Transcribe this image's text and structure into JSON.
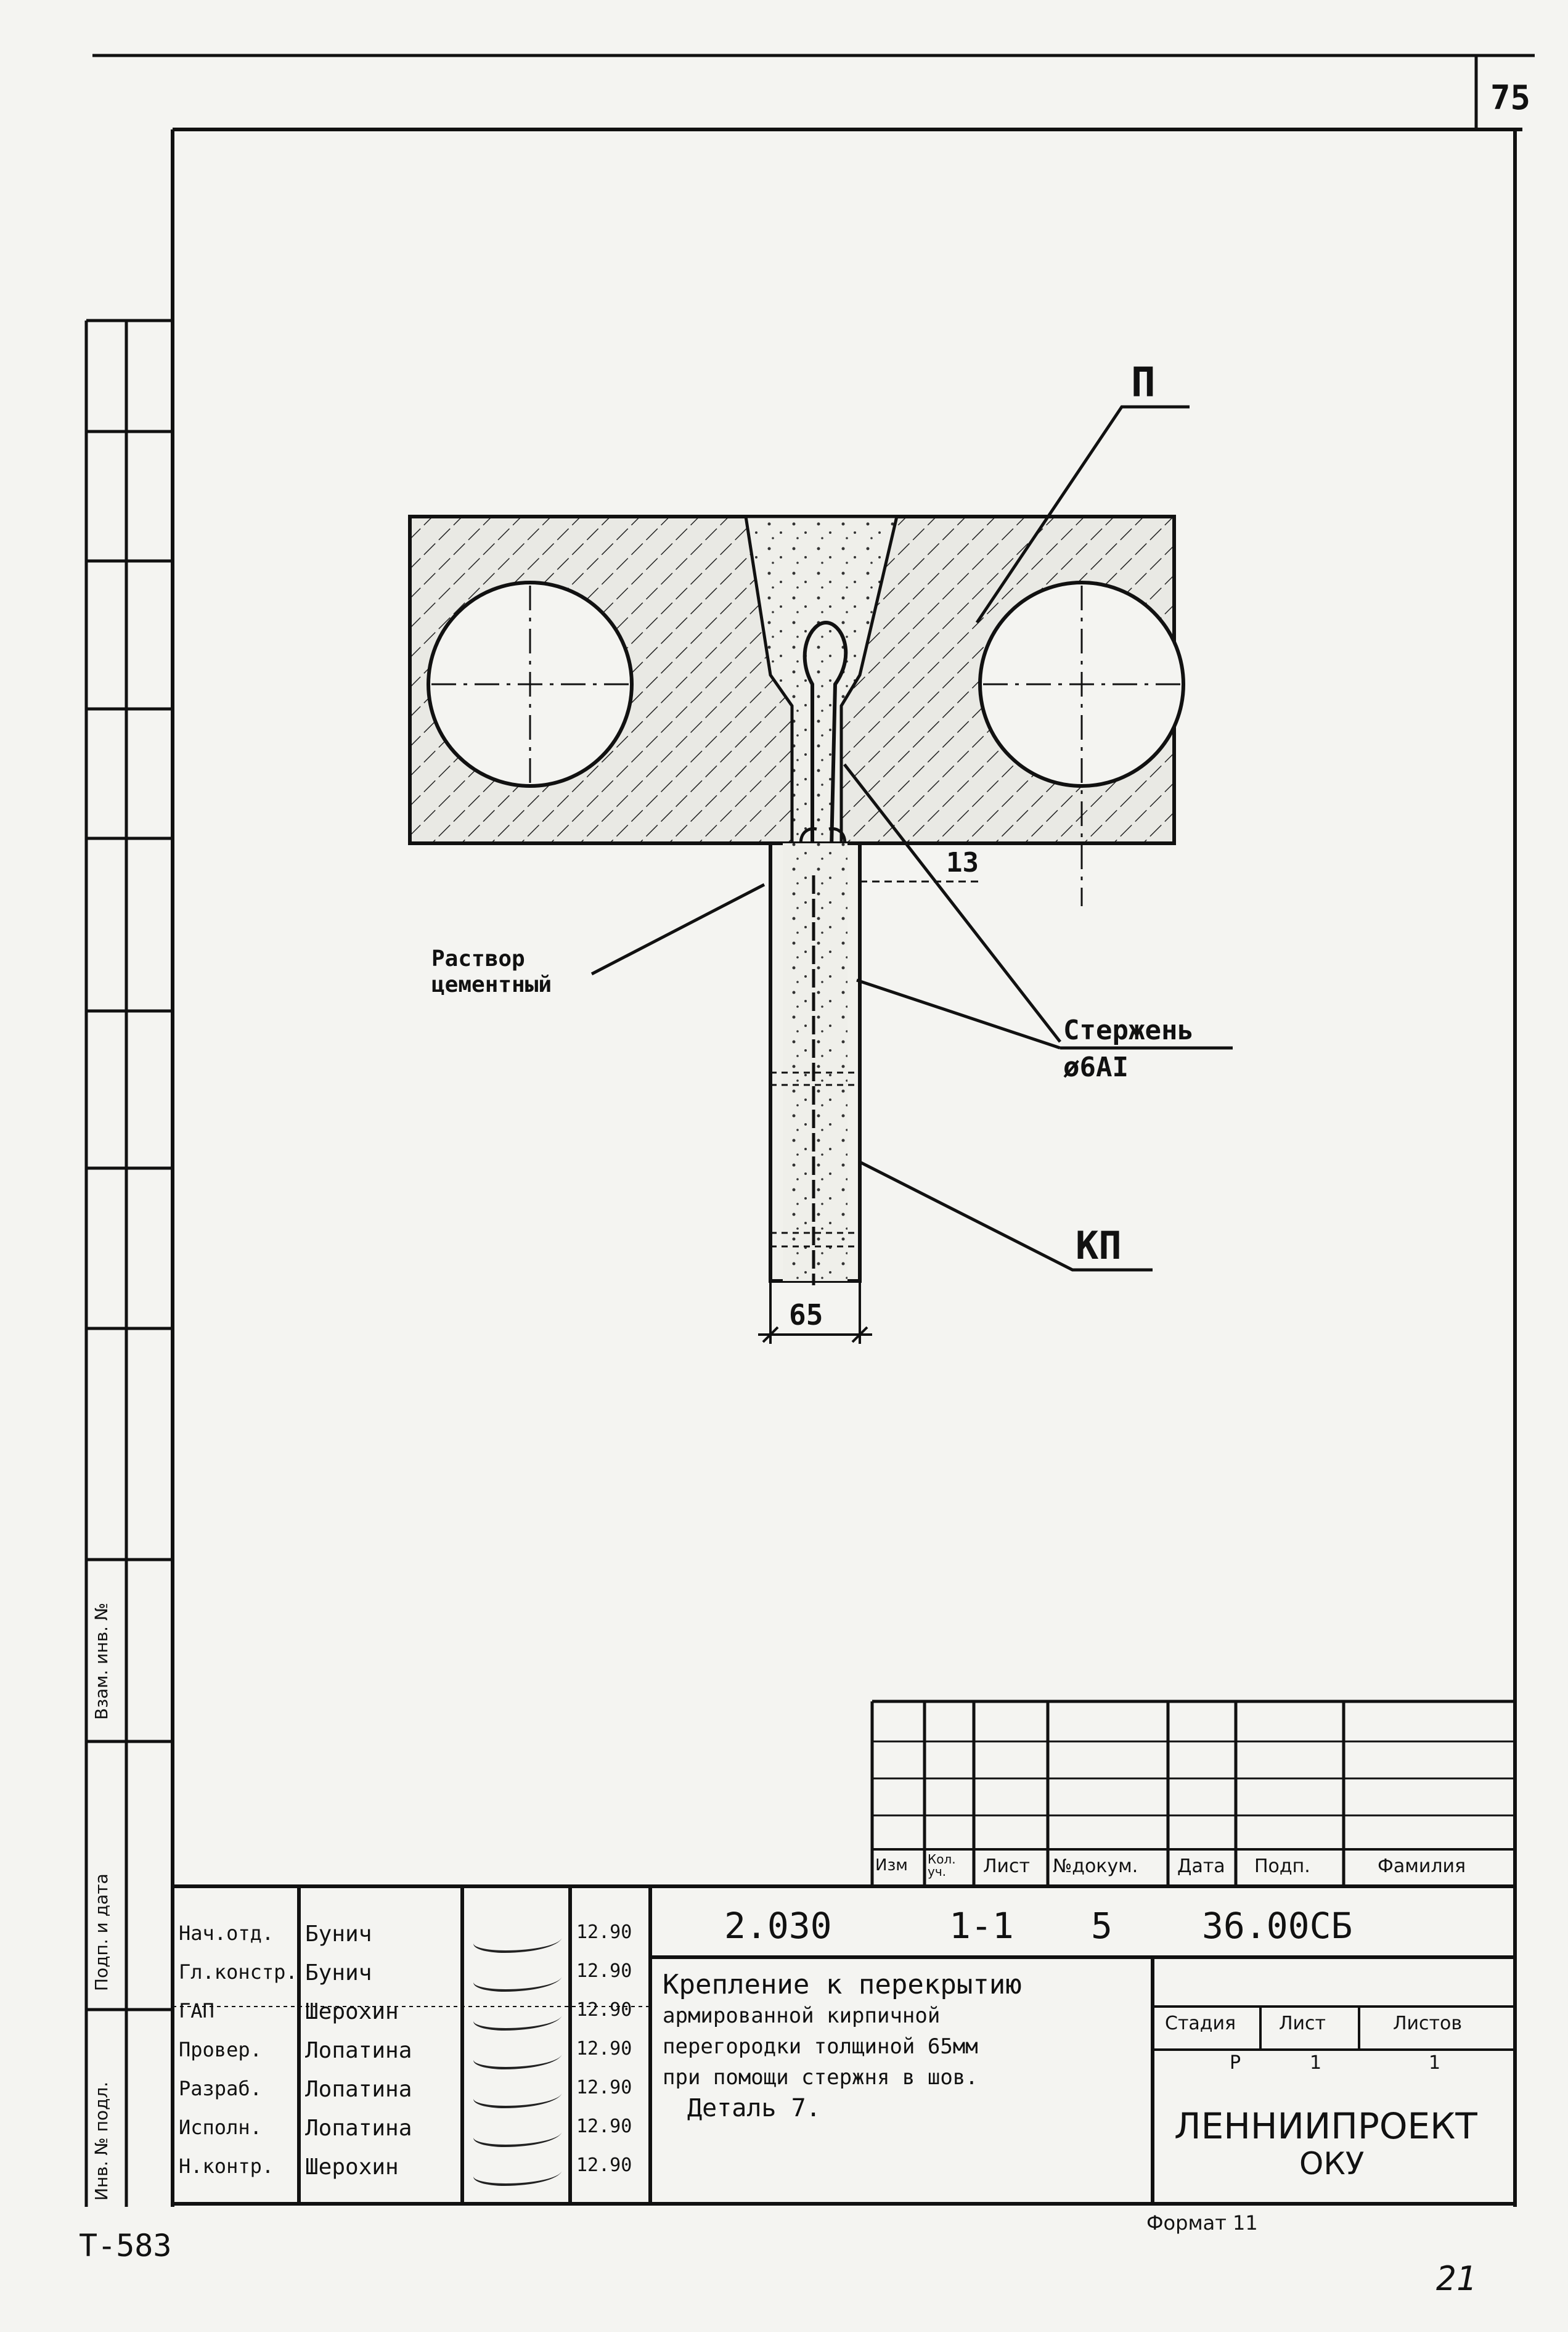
{
  "page_number": "75",
  "drawing": {
    "labels": {
      "p": "П",
      "kp": "КП",
      "rod_line1": "Стержень",
      "rod_line2": "ø6АI",
      "mortar_line1": "Раствор",
      "mortar_line2": "цементный",
      "dim_bottom": "65",
      "dim_side": "13"
    }
  },
  "revision_table": {
    "headers": [
      "Изм",
      "Кол. уч.",
      "Лист",
      "№докум.",
      "Дата",
      "Подп.",
      "Фамилия"
    ]
  },
  "title_block": {
    "document_code": "2.030",
    "code_part2": "1-1",
    "code_part3": "5",
    "code_part4": "36.00СБ",
    "title_lines": [
      "Крепление к перекрытию",
      "армированной кирпичной",
      "перегородки толщиной 65мм",
      "при помощи стержня в шов.",
      "Деталь 7."
    ],
    "signatures": [
      {
        "role": "Нач.отд.",
        "name": "Бунич",
        "date": "12.90"
      },
      {
        "role": "Гл.констр.",
        "name": "Бунич",
        "date": "12.90"
      },
      {
        "role": "ГАП",
        "name": "Шерохин",
        "date": "12.90"
      },
      {
        "role": "Провер.",
        "name": "Лопатина",
        "date": "12.90"
      },
      {
        "role": "Разраб.",
        "name": "Лопатина",
        "date": "12.90"
      },
      {
        "role": "Исполн.",
        "name": "Лопатина",
        "date": "12.90"
      },
      {
        "role": "Н.контр.",
        "name": "Шерохин",
        "date": "12.90"
      }
    ],
    "stage_headers": [
      "Стадия",
      "Лист",
      "Листов"
    ],
    "stage_values": [
      "Р",
      "1",
      "1"
    ],
    "org_line1": "ЛЕННИИПРОЕКТ",
    "org_line2": "ОКУ"
  },
  "side_stamp": {
    "labels": [
      "Взам. инв. №",
      "Подп. и дата",
      "Инв. № подл."
    ]
  },
  "bottom_left_code": "Т-583",
  "format_label": "Формат 11",
  "bottom_right_mark": "21"
}
